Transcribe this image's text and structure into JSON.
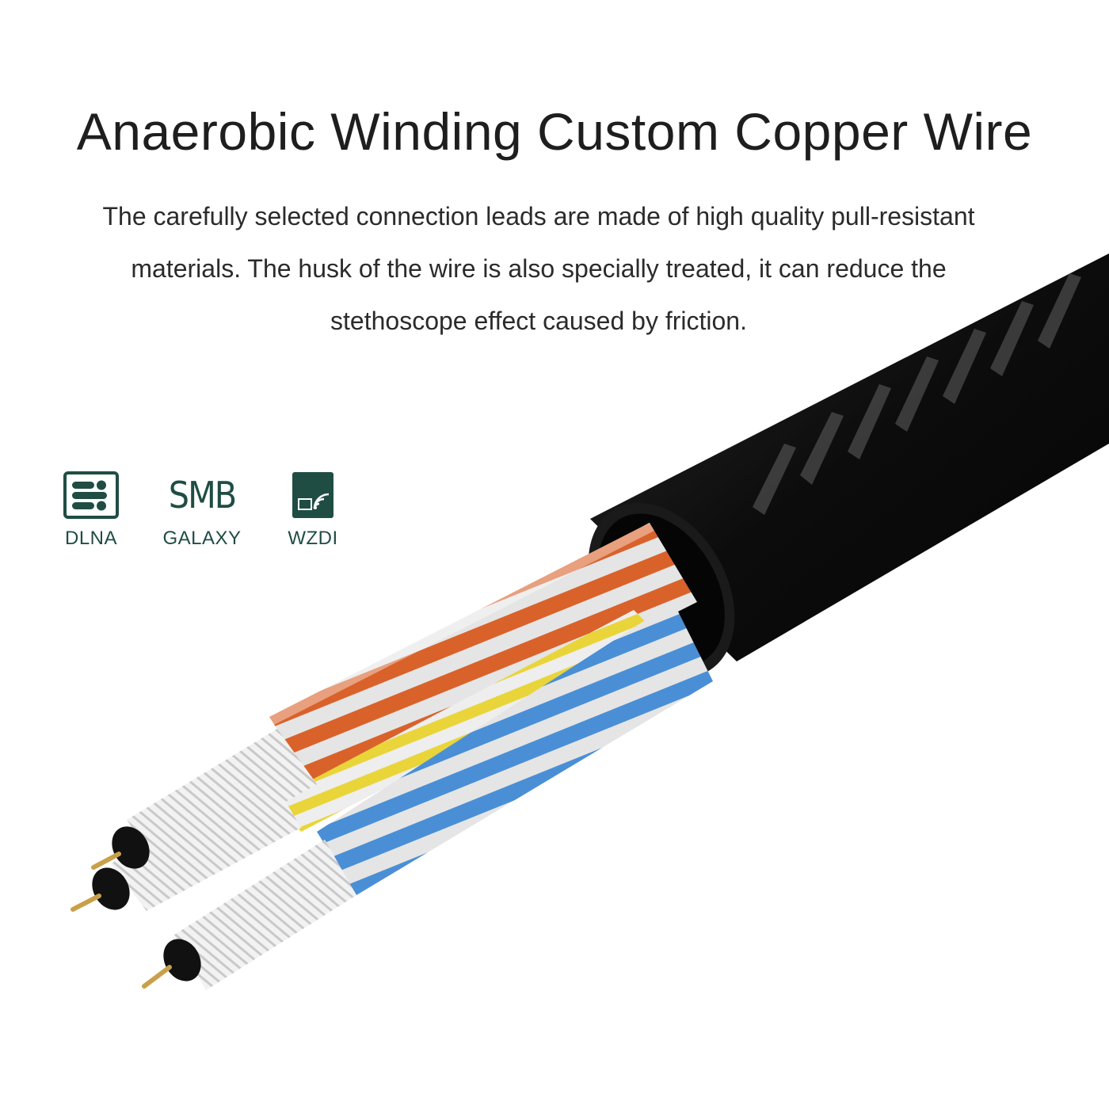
{
  "headline": "Anaerobic Winding Custom Copper Wire",
  "description": {
    "line1": "The carefully selected connection leads are made of high quality pull-resistant",
    "line2": "materials. The husk of the wire is also specially treated, it can reduce the",
    "line3": "stethoscope effect caused by friction."
  },
  "features": [
    {
      "icon": "dlna-icon",
      "label": "DLNA"
    },
    {
      "icon_text": "SMB",
      "label": "GALAXY"
    },
    {
      "icon": "wzdi-screen-cast-icon",
      "label": "WZDI"
    }
  ],
  "colors": {
    "feature_accent": "#1f4d44",
    "jacket": "#101010",
    "orange_strand": "#d9622b",
    "blue_strand": "#4a8fd6",
    "yellow_strand": "#e9d53a",
    "silver_strand": "#e2e2e2",
    "pin": "#c9a04a"
  }
}
